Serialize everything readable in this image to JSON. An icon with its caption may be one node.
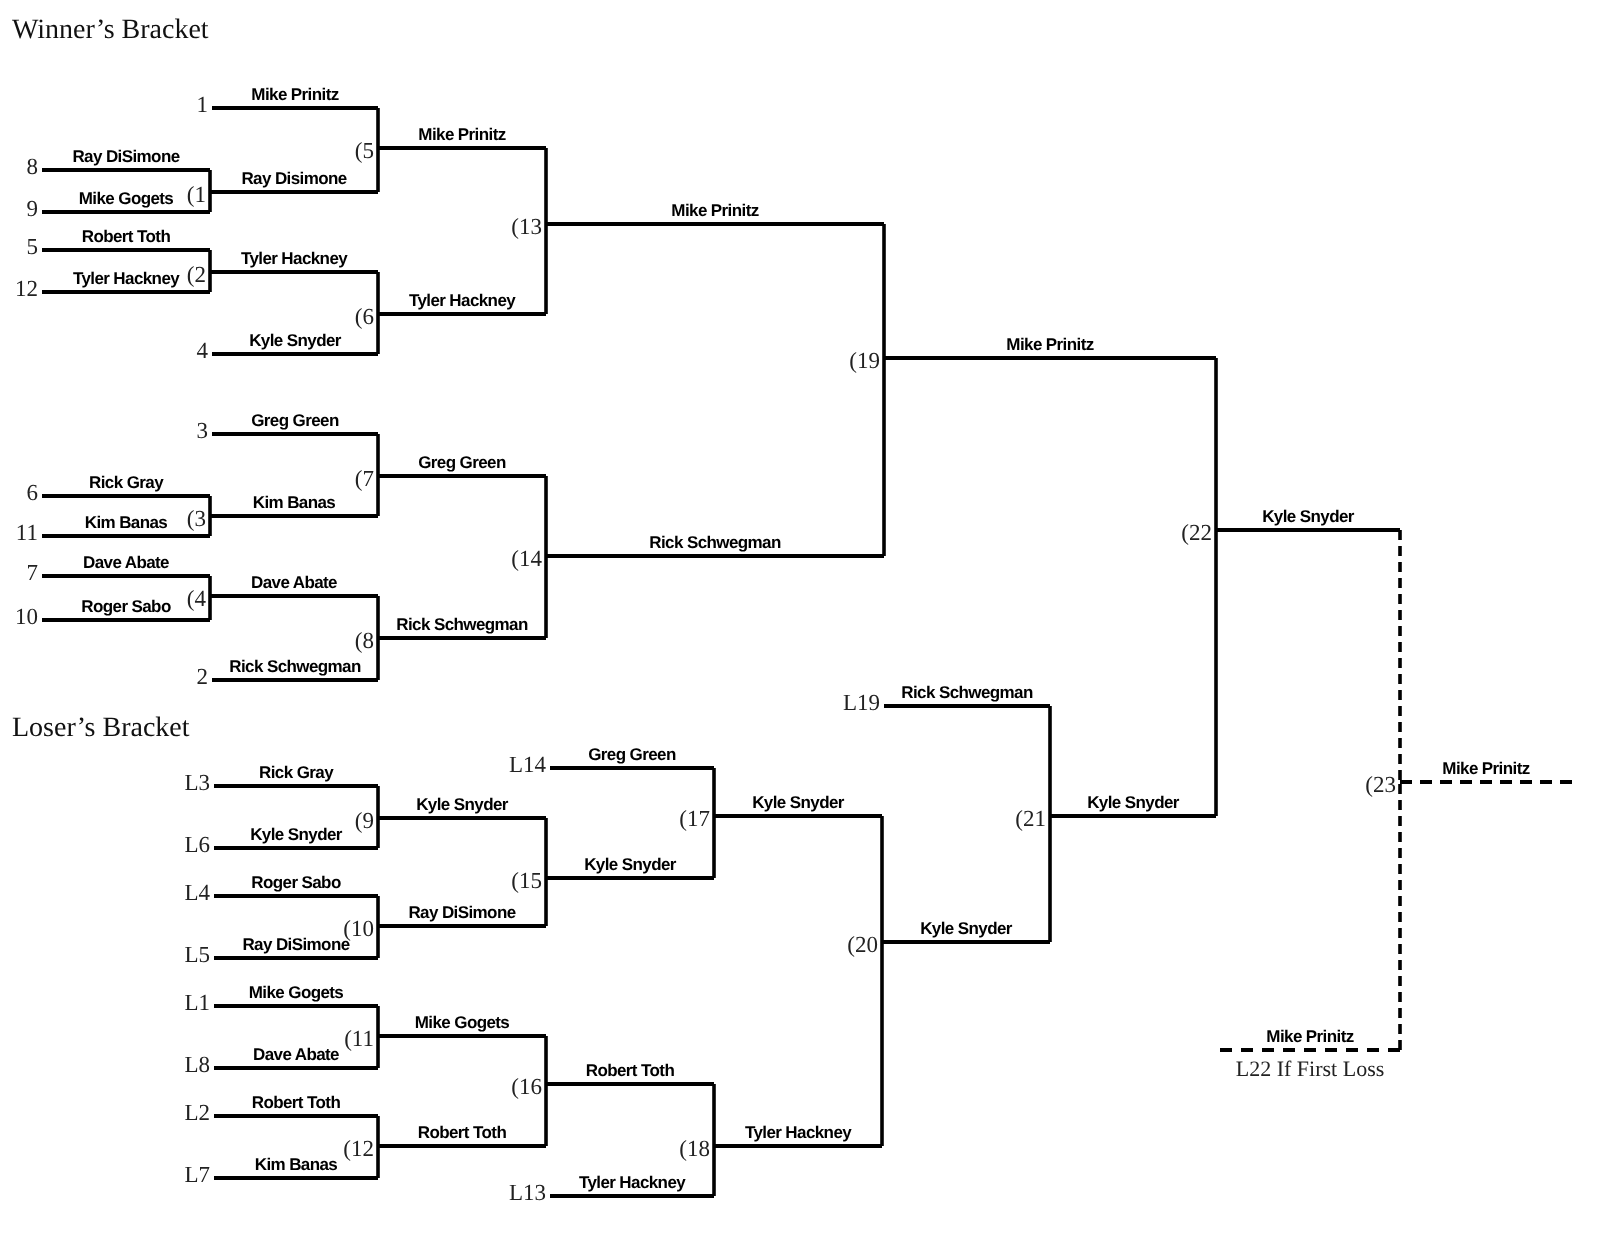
{
  "diagram": {
    "nodes": [
      {
        "text": [
          "Mike Prinitz"
        ],
        "beside": [
          "1"
        ]
      },
      {
        "text": [
          "Mike Prinitz"
        ],
        "beside": [
          "(5"
        ]
      },
      {
        "text": [
          "Ray DiSimone"
        ],
        "beside": [
          "8"
        ]
      },
      {
        "text": [
          "Ray Disimone"
        ],
        "beside": [
          "(1"
        ]
      },
      {
        "text": [
          "Mike Gogets"
        ],
        "beside": [
          "9"
        ]
      },
      {
        "text": [
          "Mike Prinitz"
        ],
        "beside": [
          "(13"
        ]
      },
      {
        "text": [
          "Robert Toth"
        ],
        "beside": [
          "5"
        ]
      },
      {
        "text": [
          "Tyler Hackney"
        ],
        "beside": [
          "(2"
        ]
      },
      {
        "text": [
          "Tyler Hackney"
        ],
        "beside": [
          "12"
        ]
      },
      {
        "text": [
          "Tyler Hackney"
        ],
        "beside": [
          "(6"
        ]
      },
      {
        "text": [
          "Kyle Snyder"
        ],
        "beside": [
          "4"
        ]
      },
      {
        "text": [
          "Mike Prinitz"
        ],
        "beside": [
          "(19"
        ]
      },
      {
        "text": [
          "Greg Green"
        ],
        "beside": [
          "3"
        ]
      },
      {
        "text": [
          "Greg Green"
        ],
        "beside": [
          "(7"
        ]
      },
      {
        "text": [
          "Rick Gray"
        ],
        "beside": [
          "6"
        ]
      },
      {
        "text": [
          "Kim Banas"
        ],
        "beside": [
          "(3"
        ]
      },
      {
        "text": [
          "Kyle Snyder"
        ],
        "beside": [
          "(22"
        ]
      },
      {
        "text": [
          "Kim Banas"
        ],
        "beside": [
          "11"
        ]
      },
      {
        "text": [
          "Rick Schwegman"
        ],
        "beside": [
          "(14"
        ]
      },
      {
        "text": [
          "Dave Abate"
        ],
        "beside": [
          "7"
        ]
      },
      {
        "text": [
          "Dave Abate"
        ],
        "beside": [
          "(4"
        ]
      },
      {
        "text": [
          "Roger Sabo"
        ],
        "beside": [
          "10"
        ]
      },
      {
        "text": [
          "Rick Schwegman"
        ],
        "beside": [
          "(8"
        ]
      },
      {
        "text": [
          "Rick Schwegman"
        ],
        "beside": [
          "2"
        ]
      },
      {
        "text": [
          "Rick Schwegman"
        ],
        "beside": [
          "L19"
        ]
      },
      {
        "text": [
          "Greg Green"
        ],
        "beside": [
          "L14"
        ]
      },
      {
        "text": [
          "Mike Prinitz"
        ],
        "beside": [
          "(23"
        ]
      },
      {
        "text": [
          "Rick Gray"
        ],
        "beside": [
          "L3"
        ]
      },
      {
        "text": [
          "Kyle Snyder"
        ],
        "beside": [
          "(9"
        ]
      },
      {
        "text": [
          "Kyle Snyder"
        ],
        "beside": [
          "(17"
        ]
      },
      {
        "text": [
          "Kyle Snyder"
        ],
        "beside": [
          "(21"
        ]
      },
      {
        "text": [
          "Kyle Snyder"
        ],
        "beside": [
          "L6"
        ]
      },
      {
        "text": [
          "Kyle Snyder"
        ],
        "beside": [
          "(15"
        ]
      },
      {
        "text": [
          "Roger Sabo"
        ],
        "beside": [
          "L4"
        ]
      },
      {
        "text": [
          "Ray DiSimone"
        ],
        "beside": [
          "(10"
        ]
      },
      {
        "text": [
          "Kyle Snyder"
        ],
        "beside": [
          "(20"
        ]
      },
      {
        "text": [
          "Ray DiSimone"
        ],
        "beside": [
          "L5"
        ]
      },
      {
        "text": [
          "Mike Gogets"
        ],
        "beside": [
          "L1"
        ]
      },
      {
        "text": [
          "Mike Gogets"
        ],
        "beside": [
          "(11"
        ]
      },
      {
        "text": [
          "Mike Prinitz"
        ],
        "beside": [
          "L22 If First Loss"
        ]
      },
      {
        "text": [
          "Dave Abate"
        ],
        "beside": [
          "L8"
        ]
      },
      {
        "text": [
          "Robert Toth"
        ],
        "beside": [
          "(16"
        ]
      },
      {
        "text": [
          "Robert Toth"
        ],
        "beside": [
          "L2"
        ]
      },
      {
        "text": [
          "Robert Toth"
        ],
        "beside": [
          "(12"
        ]
      },
      {
        "text": [
          "Tyler Hackney"
        ],
        "beside": [
          "(18"
        ]
      },
      {
        "text": [
          "Kim Banas"
        ],
        "beside": [
          "L7"
        ]
      },
      {
        "text": [
          "Tyler Hackney"
        ],
        "beside": [
          "L13"
        ]
      }
    ],
    "edges": [
      {
        "from": 2,
        "to": 3,
        "arrow": "none"
      },
      {
        "from": 4,
        "to": 3,
        "arrow": "none"
      },
      {
        "from": 6,
        "to": 7,
        "arrow": "none"
      },
      {
        "from": 8,
        "to": 7,
        "arrow": "none"
      },
      {
        "from": 14,
        "to": 15,
        "arrow": "none"
      },
      {
        "from": 17,
        "to": 15,
        "arrow": "none"
      },
      {
        "from": 19,
        "to": 20,
        "arrow": "none"
      },
      {
        "from": 21,
        "to": 20,
        "arrow": "none"
      },
      {
        "from": 0,
        "to": 1,
        "arrow": "none"
      },
      {
        "from": 3,
        "to": 1,
        "arrow": "none"
      },
      {
        "from": 7,
        "to": 9,
        "arrow": "none"
      },
      {
        "from": 10,
        "to": 9,
        "arrow": "none"
      },
      {
        "from": 12,
        "to": 13,
        "arrow": "none"
      },
      {
        "from": 15,
        "to": 13,
        "arrow": "none"
      },
      {
        "from": 20,
        "to": 22,
        "arrow": "none"
      },
      {
        "from": 23,
        "to": 22,
        "arrow": "none"
      },
      {
        "from": 27,
        "to": 28,
        "arrow": "none"
      },
      {
        "from": 31,
        "to": 28,
        "arrow": "none"
      },
      {
        "from": 33,
        "to": 34,
        "arrow": "none"
      },
      {
        "from": 36,
        "to": 34,
        "arrow": "none"
      },
      {
        "from": 37,
        "to": 38,
        "arrow": "none"
      },
      {
        "from": 40,
        "to": 38,
        "arrow": "none"
      },
      {
        "from": 42,
        "to": 43,
        "arrow": "none"
      },
      {
        "from": 45,
        "to": 43,
        "arrow": "none"
      },
      {
        "from": 1,
        "to": 5,
        "arrow": "none"
      },
      {
        "from": 9,
        "to": 5,
        "arrow": "none"
      },
      {
        "from": 13,
        "to": 18,
        "arrow": "none"
      },
      {
        "from": 22,
        "to": 18,
        "arrow": "none"
      },
      {
        "from": 28,
        "to": 32,
        "arrow": "none"
      },
      {
        "from": 34,
        "to": 32,
        "arrow": "none"
      },
      {
        "from": 38,
        "to": 41,
        "arrow": "none"
      },
      {
        "from": 43,
        "to": 41,
        "arrow": "none"
      },
      {
        "from": 25,
        "to": 29,
        "arrow": "none"
      },
      {
        "from": 32,
        "to": 29,
        "arrow": "none"
      },
      {
        "from": 41,
        "to": 44,
        "arrow": "none"
      },
      {
        "from": 46,
        "to": 44,
        "arrow": "none"
      },
      {
        "from": 5,
        "to": 11,
        "arrow": "none"
      },
      {
        "from": 18,
        "to": 11,
        "arrow": "none"
      },
      {
        "from": 29,
        "to": 35,
        "arrow": "none"
      },
      {
        "from": 44,
        "to": 35,
        "arrow": "none"
      },
      {
        "from": 24,
        "to": 30,
        "arrow": "none"
      },
      {
        "from": 35,
        "to": 30,
        "arrow": "none"
      },
      {
        "from": 11,
        "to": 16,
        "arrow": "none"
      },
      {
        "from": 30,
        "to": 16,
        "arrow": "none"
      },
      {
        "from": 16,
        "to": 26,
        "arrow": "none",
        "style": "dashed"
      },
      {
        "from": 39,
        "to": 26,
        "arrow": "none",
        "style": "dashed"
      }
    ],
    "labels": [
      "Winner’s Bracket",
      "Loser’s Bracket"
    ]
  }
}
